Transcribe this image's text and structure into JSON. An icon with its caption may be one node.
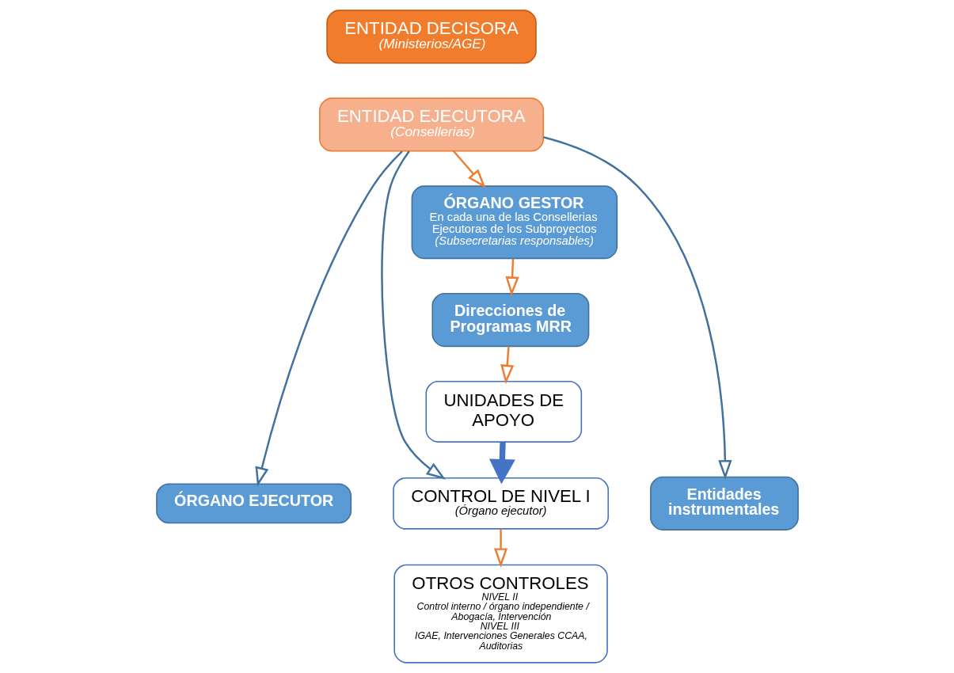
{
  "diagram": {
    "nodes": [
      {
        "text": [
          "ENTIDAD DECISORA",
          "(Ministerios/AGE)"
        ]
      },
      {
        "text": [
          "ENTIDAD EJECUTORA",
          "(Consellerias)"
        ]
      },
      {
        "text": [
          "ÓRGANO GESTOR",
          "En cada una de las Consellerias Ejecutoras de los Subproyectos",
          "(Subsecretarias responsables)"
        ]
      },
      {
        "text": [
          "Direcciones de Programas MRR"
        ]
      },
      {
        "text": [
          "UNIDADES DE APOYO"
        ]
      },
      {
        "text": [
          "ÓRGANO EJECUTOR"
        ]
      },
      {
        "text": [
          "Entidades instrumentales"
        ]
      },
      {
        "text": [
          "CONTROL DE NIVEL I",
          "(Órgano ejecutor)"
        ]
      },
      {
        "text": [
          "OTROS CONTROLES",
          "NIVEL II",
          "Control interno / órgano independiente / Abogacía, Intervención",
          "NIVEL III",
          "IGAE, Intervenciones Generales CCAA, Auditorias"
        ]
      }
    ],
    "edges": [
      {
        "from": 1,
        "to": 2,
        "arrow": "to"
      },
      {
        "from": 2,
        "to": 3,
        "arrow": "to"
      },
      {
        "from": 3,
        "to": 4,
        "arrow": "to"
      },
      {
        "from": 1,
        "to": 5,
        "arrow": "to",
        "color": "#41719c"
      },
      {
        "from": 1,
        "to": 6,
        "arrow": "to",
        "color": "#41719c"
      },
      {
        "from": 1,
        "to": 7,
        "arrow": "to",
        "color": "#41719c"
      },
      {
        "from": 4,
        "to": 7,
        "arrow": "to",
        "style": "thick",
        "color": "#4472c4"
      },
      {
        "from": 7,
        "to": 8,
        "arrow": "to"
      }
    ]
  }
}
